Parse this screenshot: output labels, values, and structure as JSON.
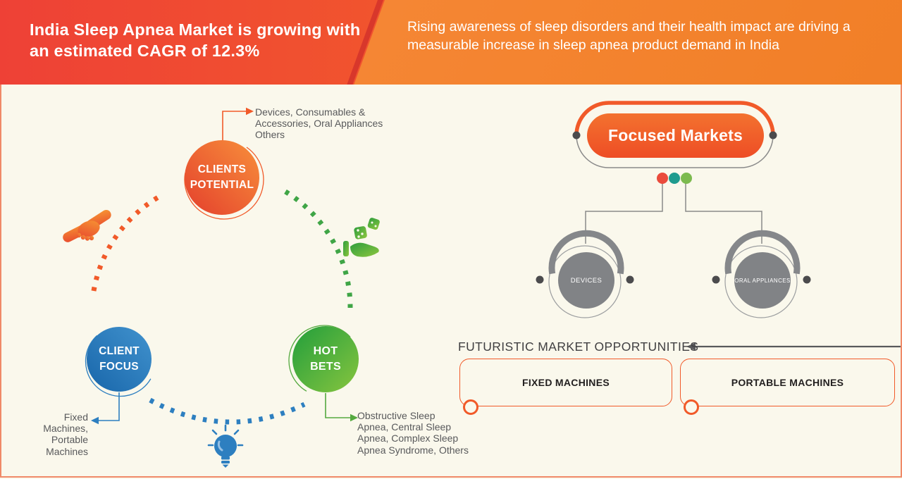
{
  "banner": {
    "title": "India Sleep Apnea Market is growing with an estimated CAGR of 12.3%",
    "subtitle": "Rising awareness of sleep disorders and their health impact are driving a measurable increase in sleep apnea product demand in India"
  },
  "cycle": {
    "clients_potential": {
      "label": "CLIENTS\nPOTENTIAL",
      "annotation": "Devices, Consumables &\nAccessories, Oral Appliances\nOthers"
    },
    "client_focus": {
      "label": "CLIENT\nFOCUS",
      "annotation": "Fixed\nMachines,\nPortable\nMachines"
    },
    "hot_bets": {
      "label": "HOT\nBETS",
      "annotation": "Obstructive Sleep\nApnea, Central Sleep\nApnea, Complex Sleep\nApnea Syndrome, Others"
    },
    "icons": {
      "left": "handshake-icon",
      "right": "dice-in-hand-icon",
      "bottom": "lightbulb-icon"
    }
  },
  "market_map": {
    "root_label": "Focused Markets",
    "children": [
      "DEVICES",
      "ORAL APPLIANCES"
    ]
  },
  "opportunities": {
    "heading": "FUTURISTIC MARKET OPPORTUNITIES",
    "items": [
      "FIXED MACHINES",
      "PORTABLE MACHINES"
    ]
  },
  "colors": {
    "banner_red": "#ee4136",
    "banner_orange": "#f58634",
    "accent_orange": "#f15a29",
    "node_blue": "#2d7fc0",
    "node_green": "#54a93f",
    "dot_red": "#ea4b3c",
    "dot_teal": "#1f9b8e",
    "dot_green": "#7cba4e",
    "node_gray": "#818386",
    "text_gray": "#58595b",
    "background": "#faf8ec"
  }
}
